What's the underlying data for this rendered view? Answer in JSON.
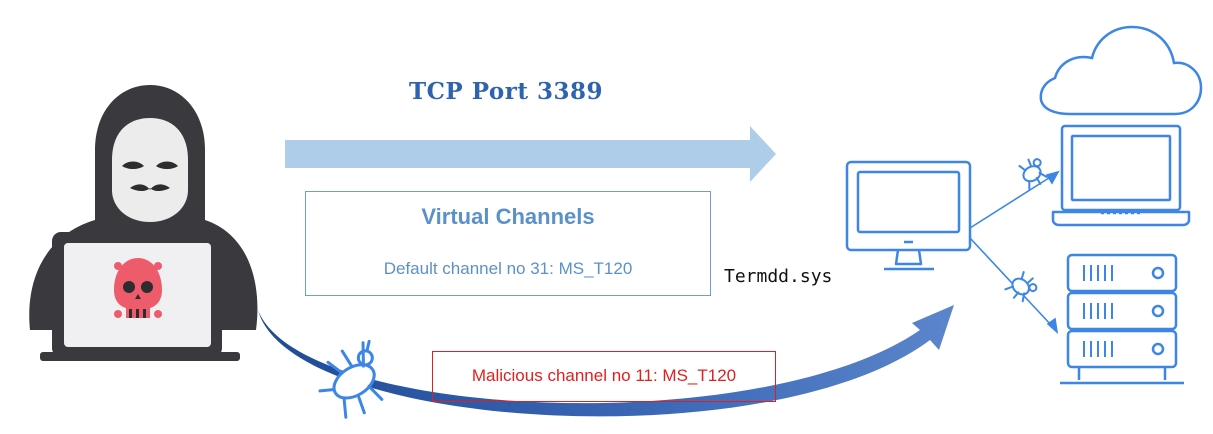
{
  "diagram": {
    "connection_label": "TCP Port 3389",
    "virtual_channels": {
      "title": "Virtual Channels",
      "default_channel": "Default channel no 31: MS_T120"
    },
    "driver_label": "Termdd.sys",
    "malicious_channel": "Malicious channel no 11: MS_T120"
  },
  "icons": [
    "hooded-attacker-icon",
    "skull-icon",
    "bug-icon",
    "monitor-icon",
    "cloud-icon",
    "laptop-icon",
    "server-rack-icon"
  ],
  "colors": {
    "label_blue": "#2e63b0",
    "channel_blue": "#5b91c9",
    "light_arrow": "#aecde9",
    "dark_arrow": "#2e5aa8",
    "device_line": "#3d86e6",
    "alert_red": "#e02020",
    "hood_dark": "#3a3a3e",
    "skull_pink": "#ee5c6c"
  }
}
